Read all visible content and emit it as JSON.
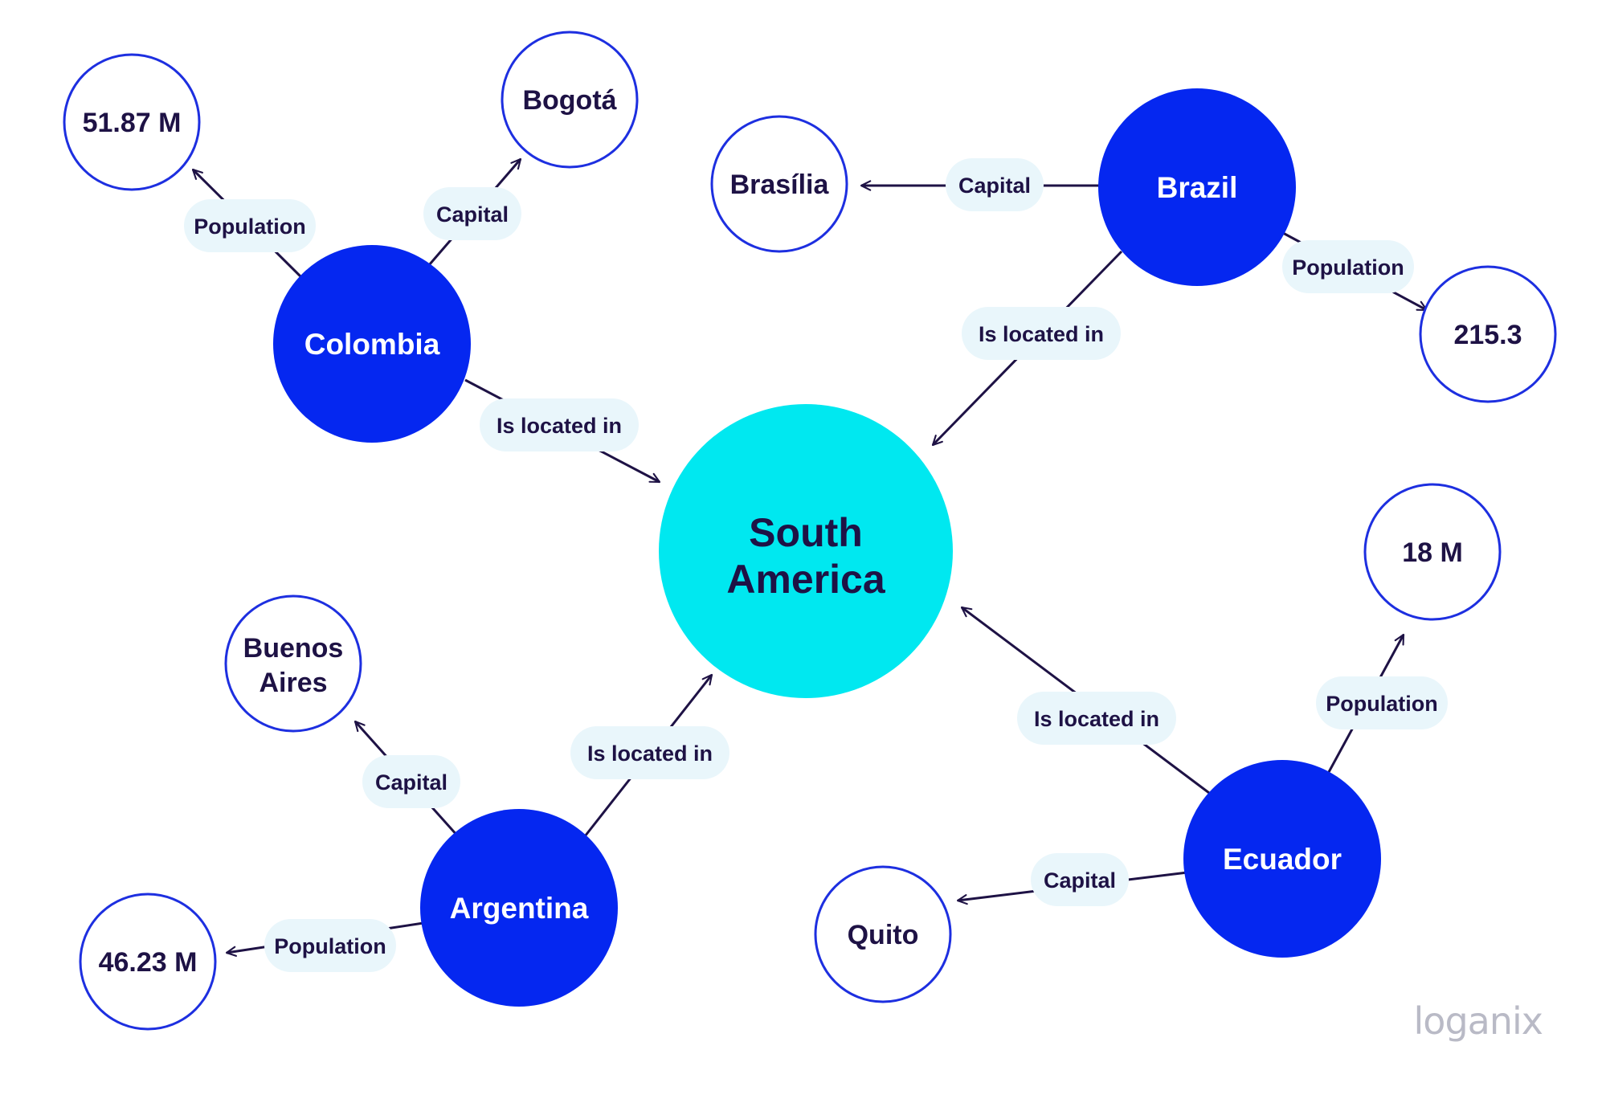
{
  "colors": {
    "center_fill": "#00e8f0",
    "country_fill": "#0527f0",
    "value_stroke": "#1d2fe0",
    "label_bg": "#e9f6fb",
    "ink": "#1e1245",
    "logo": "#b9bac6"
  },
  "nodes": {
    "south_america": {
      "line1": "South",
      "line2": "America"
    },
    "colombia": {
      "label": "Colombia"
    },
    "brazil": {
      "label": "Brazil"
    },
    "argentina": {
      "label": "Argentina"
    },
    "ecuador": {
      "label": "Ecuador"
    },
    "colombia_population": {
      "label": "51.87 M"
    },
    "colombia_capital": {
      "label": "Bogotá"
    },
    "brazil_capital": {
      "label": "Brasília"
    },
    "brazil_population": {
      "label": "215.3"
    },
    "argentina_capital": {
      "line1": "Buenos",
      "line2": "Aires"
    },
    "argentina_population": {
      "label": "46.23 M"
    },
    "ecuador_population": {
      "label": "18 M"
    },
    "ecuador_capital": {
      "label": "Quito"
    }
  },
  "edges": {
    "colombia_population": "Population",
    "colombia_capital": "Capital",
    "colombia_located": "Is located in",
    "brazil_capital": "Capital",
    "brazil_population": "Population",
    "brazil_located": "Is located in",
    "argentina_capital": "Capital",
    "argentina_population": "Population",
    "argentina_located": "Is located in",
    "ecuador_population": "Population",
    "ecuador_capital": "Capital",
    "ecuador_located": "Is located in"
  },
  "logo": {
    "text": "loganix"
  }
}
